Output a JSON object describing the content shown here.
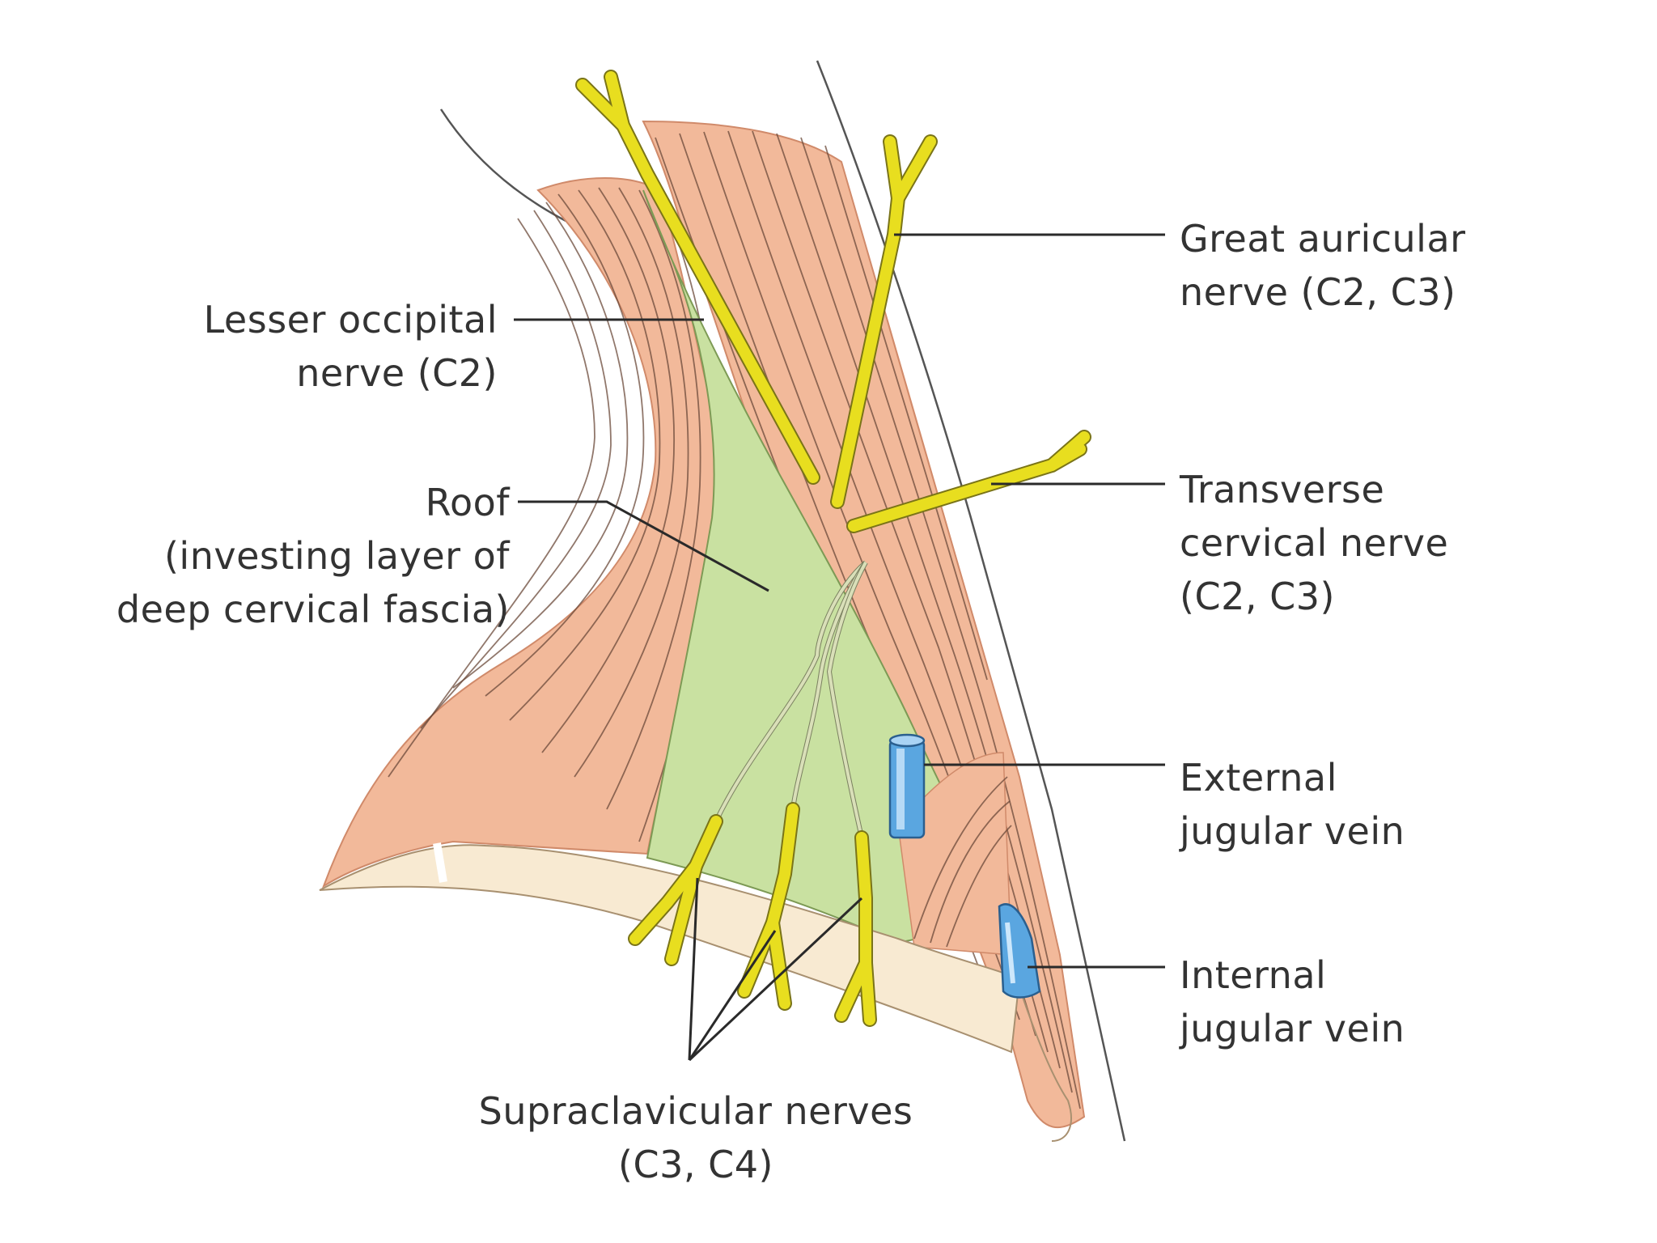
{
  "labels": {
    "lesser_occipital": [
      "Lesser occipital",
      "nerve (C2)"
    ],
    "roof": [
      "Roof",
      "(investing layer of",
      "deep cervical fascia)"
    ],
    "great_auricular": [
      "Great auricular",
      "nerve (C2, C3)"
    ],
    "transverse_cervical": [
      "Transverse",
      "cervical nerve",
      "(C2, C3)"
    ],
    "external_jugular": [
      "External",
      "jugular vein"
    ],
    "internal_jugular": [
      "Internal",
      "jugular vein"
    ],
    "supraclavicular": [
      "Supraclavicular nerves",
      "(C3, C4)"
    ]
  },
  "colors": {
    "muscle": "#f2b99a",
    "muscle_dark": "#e59a78",
    "fascia_roof": "#c9e1a1",
    "nerve": "#e8de1f",
    "vein": "#5aa6e0",
    "bone": "#f8ead2",
    "leader": "#2a2a2a"
  }
}
